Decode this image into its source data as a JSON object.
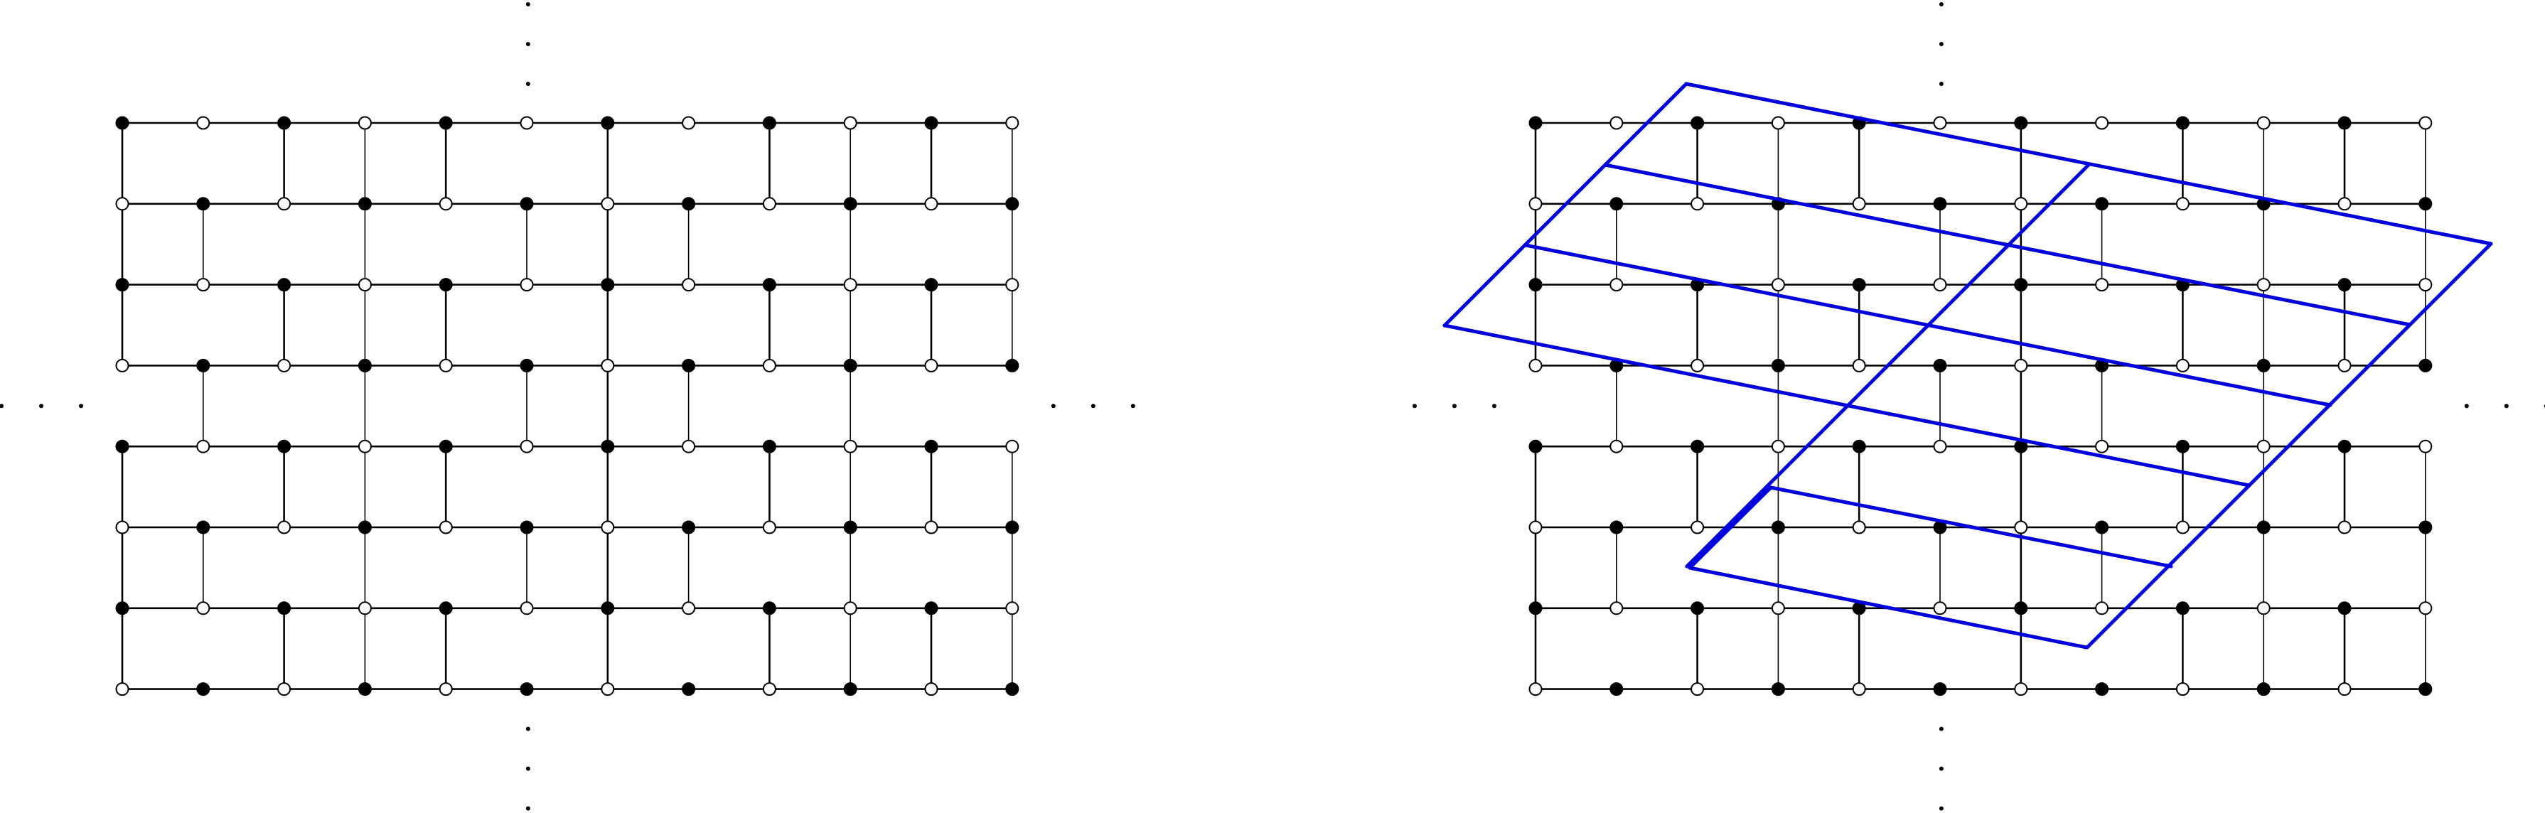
{
  "figure": {
    "panels": [
      {
        "id": "left",
        "lattice": {
          "columns": 12,
          "rows": 8
        },
        "continuation": {
          "top": "⋮",
          "bottom": "⋮",
          "left": "⋯",
          "right": "⋯"
        },
        "overlay": null
      },
      {
        "id": "right",
        "lattice": {
          "columns": 12,
          "rows": 8
        },
        "continuation": {
          "top": "⋮",
          "bottom": "⋮",
          "left": "⋯",
          "right": "⋯"
        },
        "overlay": {
          "color": "#0000dd",
          "description_free": true
        }
      }
    ],
    "colors": {
      "black_vertex": "#000000",
      "white_vertex": "#ffffff",
      "edge": "#000000",
      "overlay": "#0000dd"
    }
  }
}
